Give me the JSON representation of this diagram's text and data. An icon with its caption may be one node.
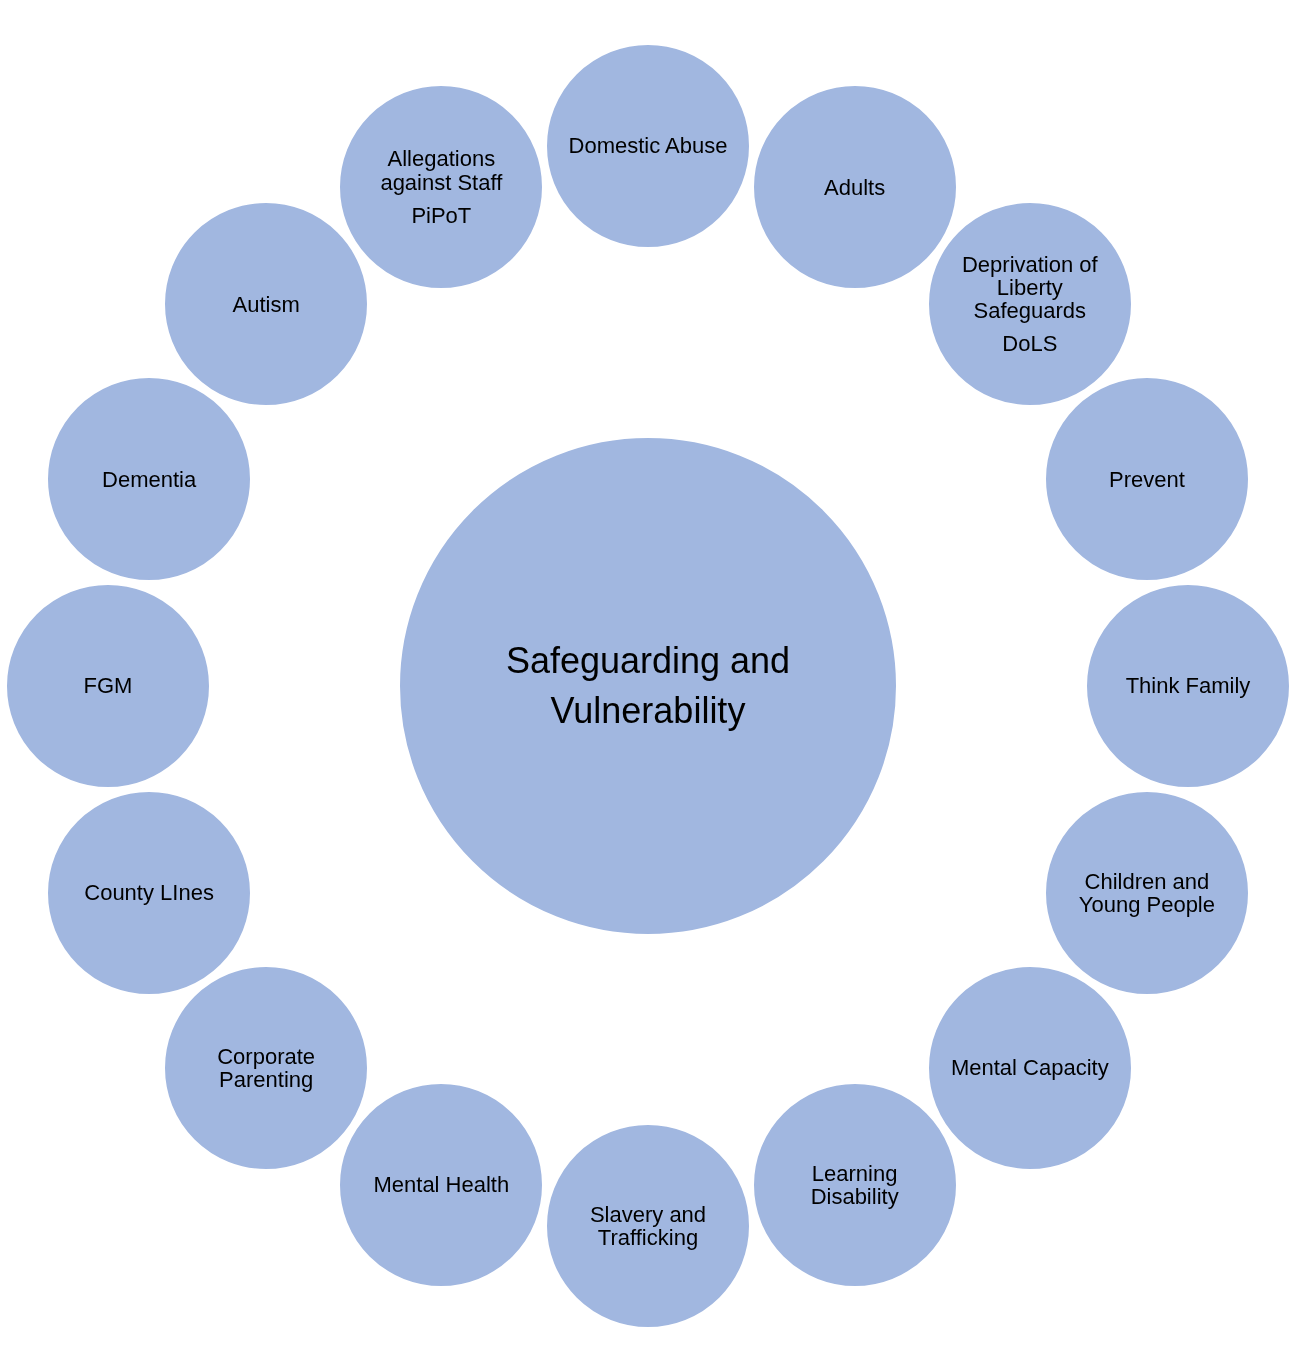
{
  "diagram": {
    "nodes": [
      {
        "text": [
          "Safeguarding and Vulnerability"
        ]
      },
      {
        "text": [
          "Domestic Abuse"
        ]
      },
      {
        "text": [
          "Adults"
        ]
      },
      {
        "text": [
          "Deprivation of Liberty Safeguards",
          "DoLS"
        ]
      },
      {
        "text": [
          "Prevent"
        ]
      },
      {
        "text": [
          "Think Family"
        ]
      },
      {
        "text": [
          "Children and Young People"
        ]
      },
      {
        "text": [
          "Mental Capacity"
        ]
      },
      {
        "text": [
          "Learning Disability"
        ]
      },
      {
        "text": [
          "Slavery and Trafficking"
        ]
      },
      {
        "text": [
          "Mental Health"
        ]
      },
      {
        "text": [
          "Corporate Parenting"
        ]
      },
      {
        "text": [
          "County LInes"
        ]
      },
      {
        "text": [
          "FGM"
        ]
      },
      {
        "text": [
          "Dementia"
        ]
      },
      {
        "text": [
          "Autism"
        ]
      },
      {
        "text": [
          "Allegations against Staff",
          "PiPoT"
        ]
      }
    ],
    "edges": []
  }
}
